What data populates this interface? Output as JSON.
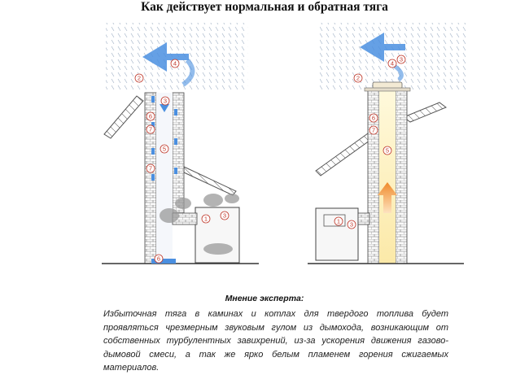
{
  "title": "Как действует нормальная и обратная тяга",
  "expert": {
    "heading": "Мнение эксперта:",
    "text": "Избыточная тяга в каминах и котлах для твердого топлива будет проявляться чрезмерным звуковым гулом из дымохода, возникающим от собственных турбулентных завихрений, из-за ускорения движения газово-дымовой смеси, а так же ярко белым пламенем горения сжигаемых материалов."
  },
  "labels": {
    "n1": "1",
    "n2": "2",
    "n3": "3",
    "n4": "4",
    "n5": "5",
    "n6": "6",
    "n7": "7"
  },
  "colors": {
    "arrow_blue": "#4a8fe0",
    "arrow_orange": "#f08a2a",
    "flue_glow": "#fdf3c8",
    "marker": "#c0392b",
    "brick": "#555555"
  },
  "icons": {
    "wind_arrow": "wind-arrow-icon",
    "airflow_arrow": "airflow-arrow-icon"
  }
}
